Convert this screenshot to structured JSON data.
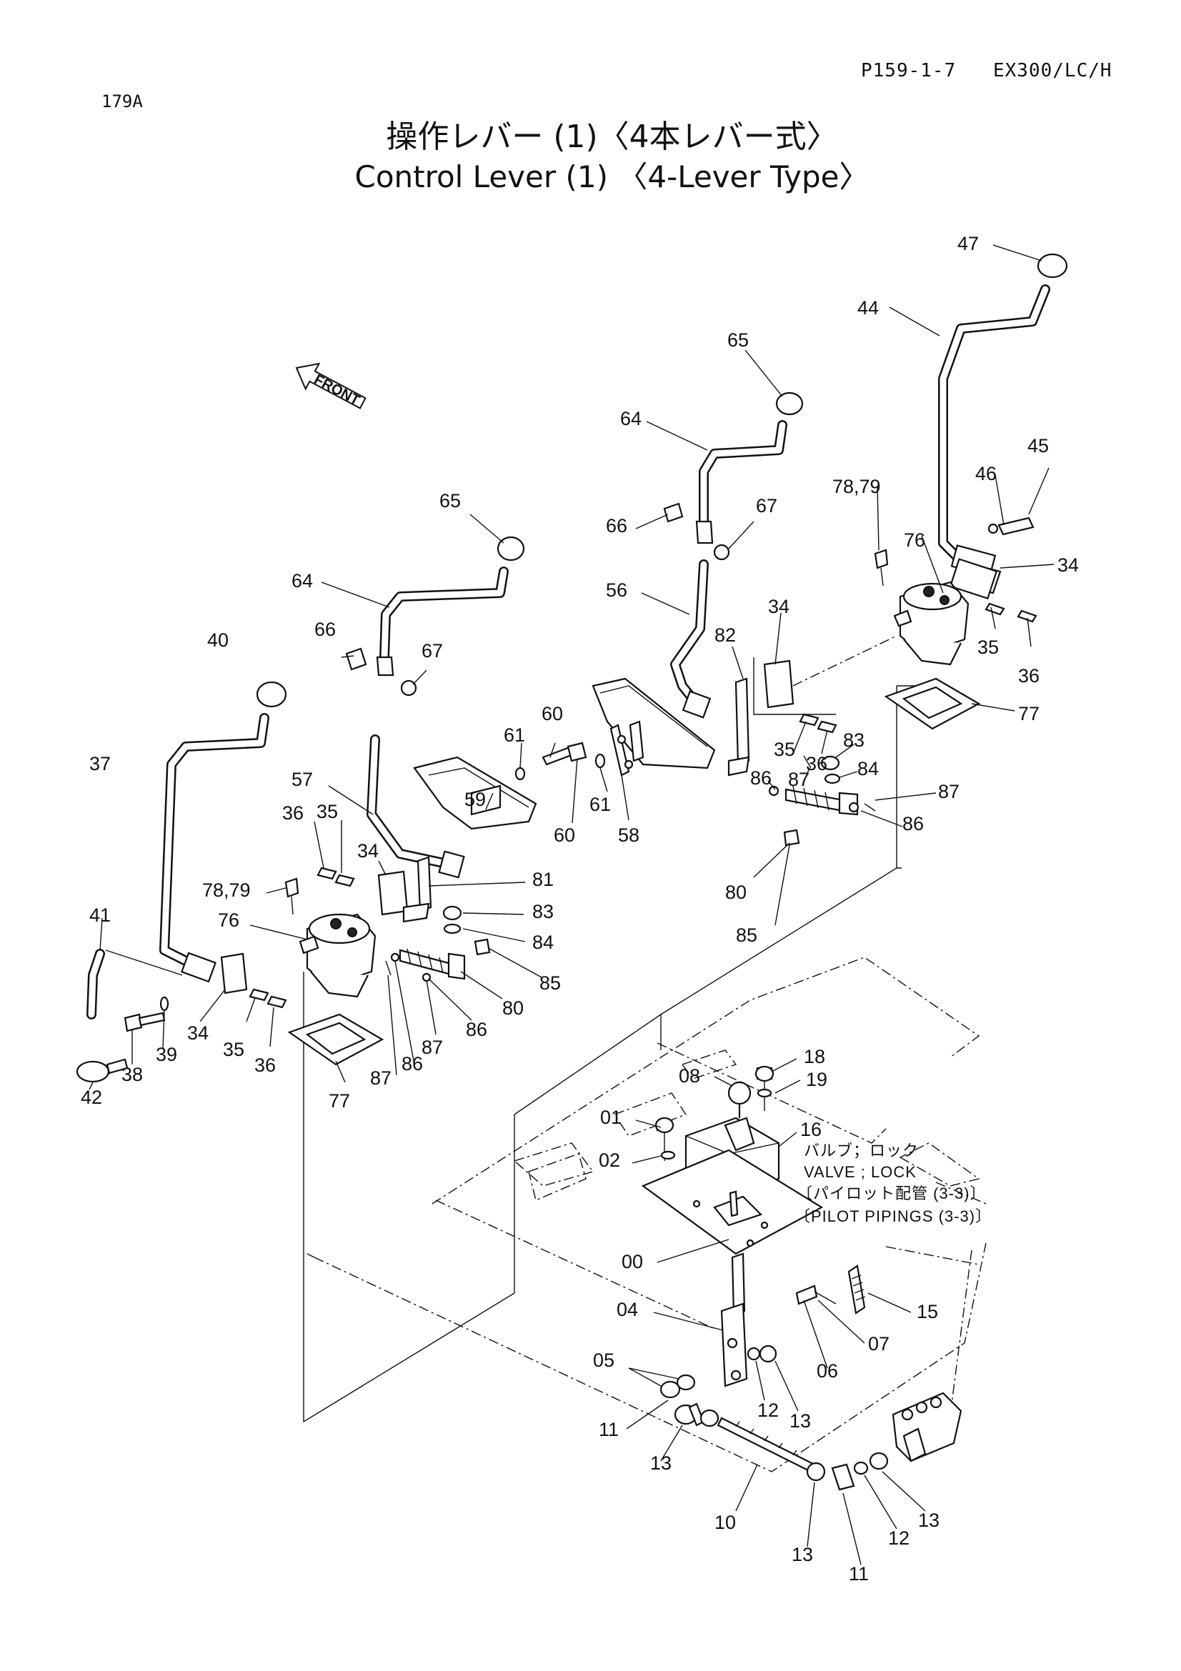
{
  "header": {
    "page_code": "P159-1-7",
    "model": "EX300/LC/H",
    "figure_no": "179A"
  },
  "title": {
    "jp": "操作レバー (1)〈4本レバー式〉",
    "en": "Control Lever (1) 〈4-Lever Type〉"
  },
  "diagram": {
    "front_label": "FRONT",
    "notes": {
      "valve_jp": "バルブ；ロック",
      "valve_en": "VALVE ; LOCK",
      "pilot_jp": "〔パイロット配管 (3-3)〕",
      "pilot_en": "〔PILOT PIPINGS (3-3)〕"
    },
    "callouts": {
      "c47": "47",
      "c44": "44",
      "c45": "45",
      "c46": "46",
      "c34a": "34",
      "c76a": "76",
      "c7879a": "78,79",
      "c35a": "35",
      "c36a": "36",
      "c77a": "77",
      "c65a": "65",
      "c64a": "64",
      "c66a": "66",
      "c67a": "67",
      "c56": "56",
      "c34b": "34",
      "c82": "82",
      "c35b": "35",
      "c36b": "36",
      "c87a": "87",
      "c83a": "83",
      "c84a": "84",
      "c87b": "87",
      "c86a": "86",
      "c86b": "86",
      "c80a": "80",
      "c85a": "85",
      "c65b": "65",
      "c64b": "64",
      "c66b": "66",
      "c67b": "67",
      "c40": "40",
      "c37": "37",
      "c57": "57",
      "c59": "59",
      "c61a": "61",
      "c60a": "60",
      "c60b": "60",
      "c61b": "61",
      "c58": "58",
      "c36c": "36",
      "c35c": "35",
      "c34c": "34",
      "c81": "81",
      "c7879b": "78,79",
      "c83b": "83",
      "c84b": "84",
      "c85b": "85",
      "c80b": "80",
      "c86c": "86",
      "c87c": "87",
      "c86d": "86",
      "c87d": "87",
      "c76b": "76",
      "c41": "41",
      "c34d": "34",
      "c35d": "35",
      "c36d": "36",
      "c77b": "77",
      "c38": "38",
      "c39": "39",
      "c42": "42",
      "c18": "18",
      "c19": "19",
      "c08": "08",
      "c16": "16",
      "c01": "01",
      "c02": "02",
      "c00": "00",
      "c04": "04",
      "c15": "15",
      "c07": "07",
      "c06": "06",
      "c05": "05",
      "c12a": "12",
      "c13a": "13",
      "c11a": "11",
      "c13b": "13",
      "c10": "10",
      "c13c": "13",
      "c11b": "11",
      "c12b": "12",
      "c13d": "13"
    }
  }
}
